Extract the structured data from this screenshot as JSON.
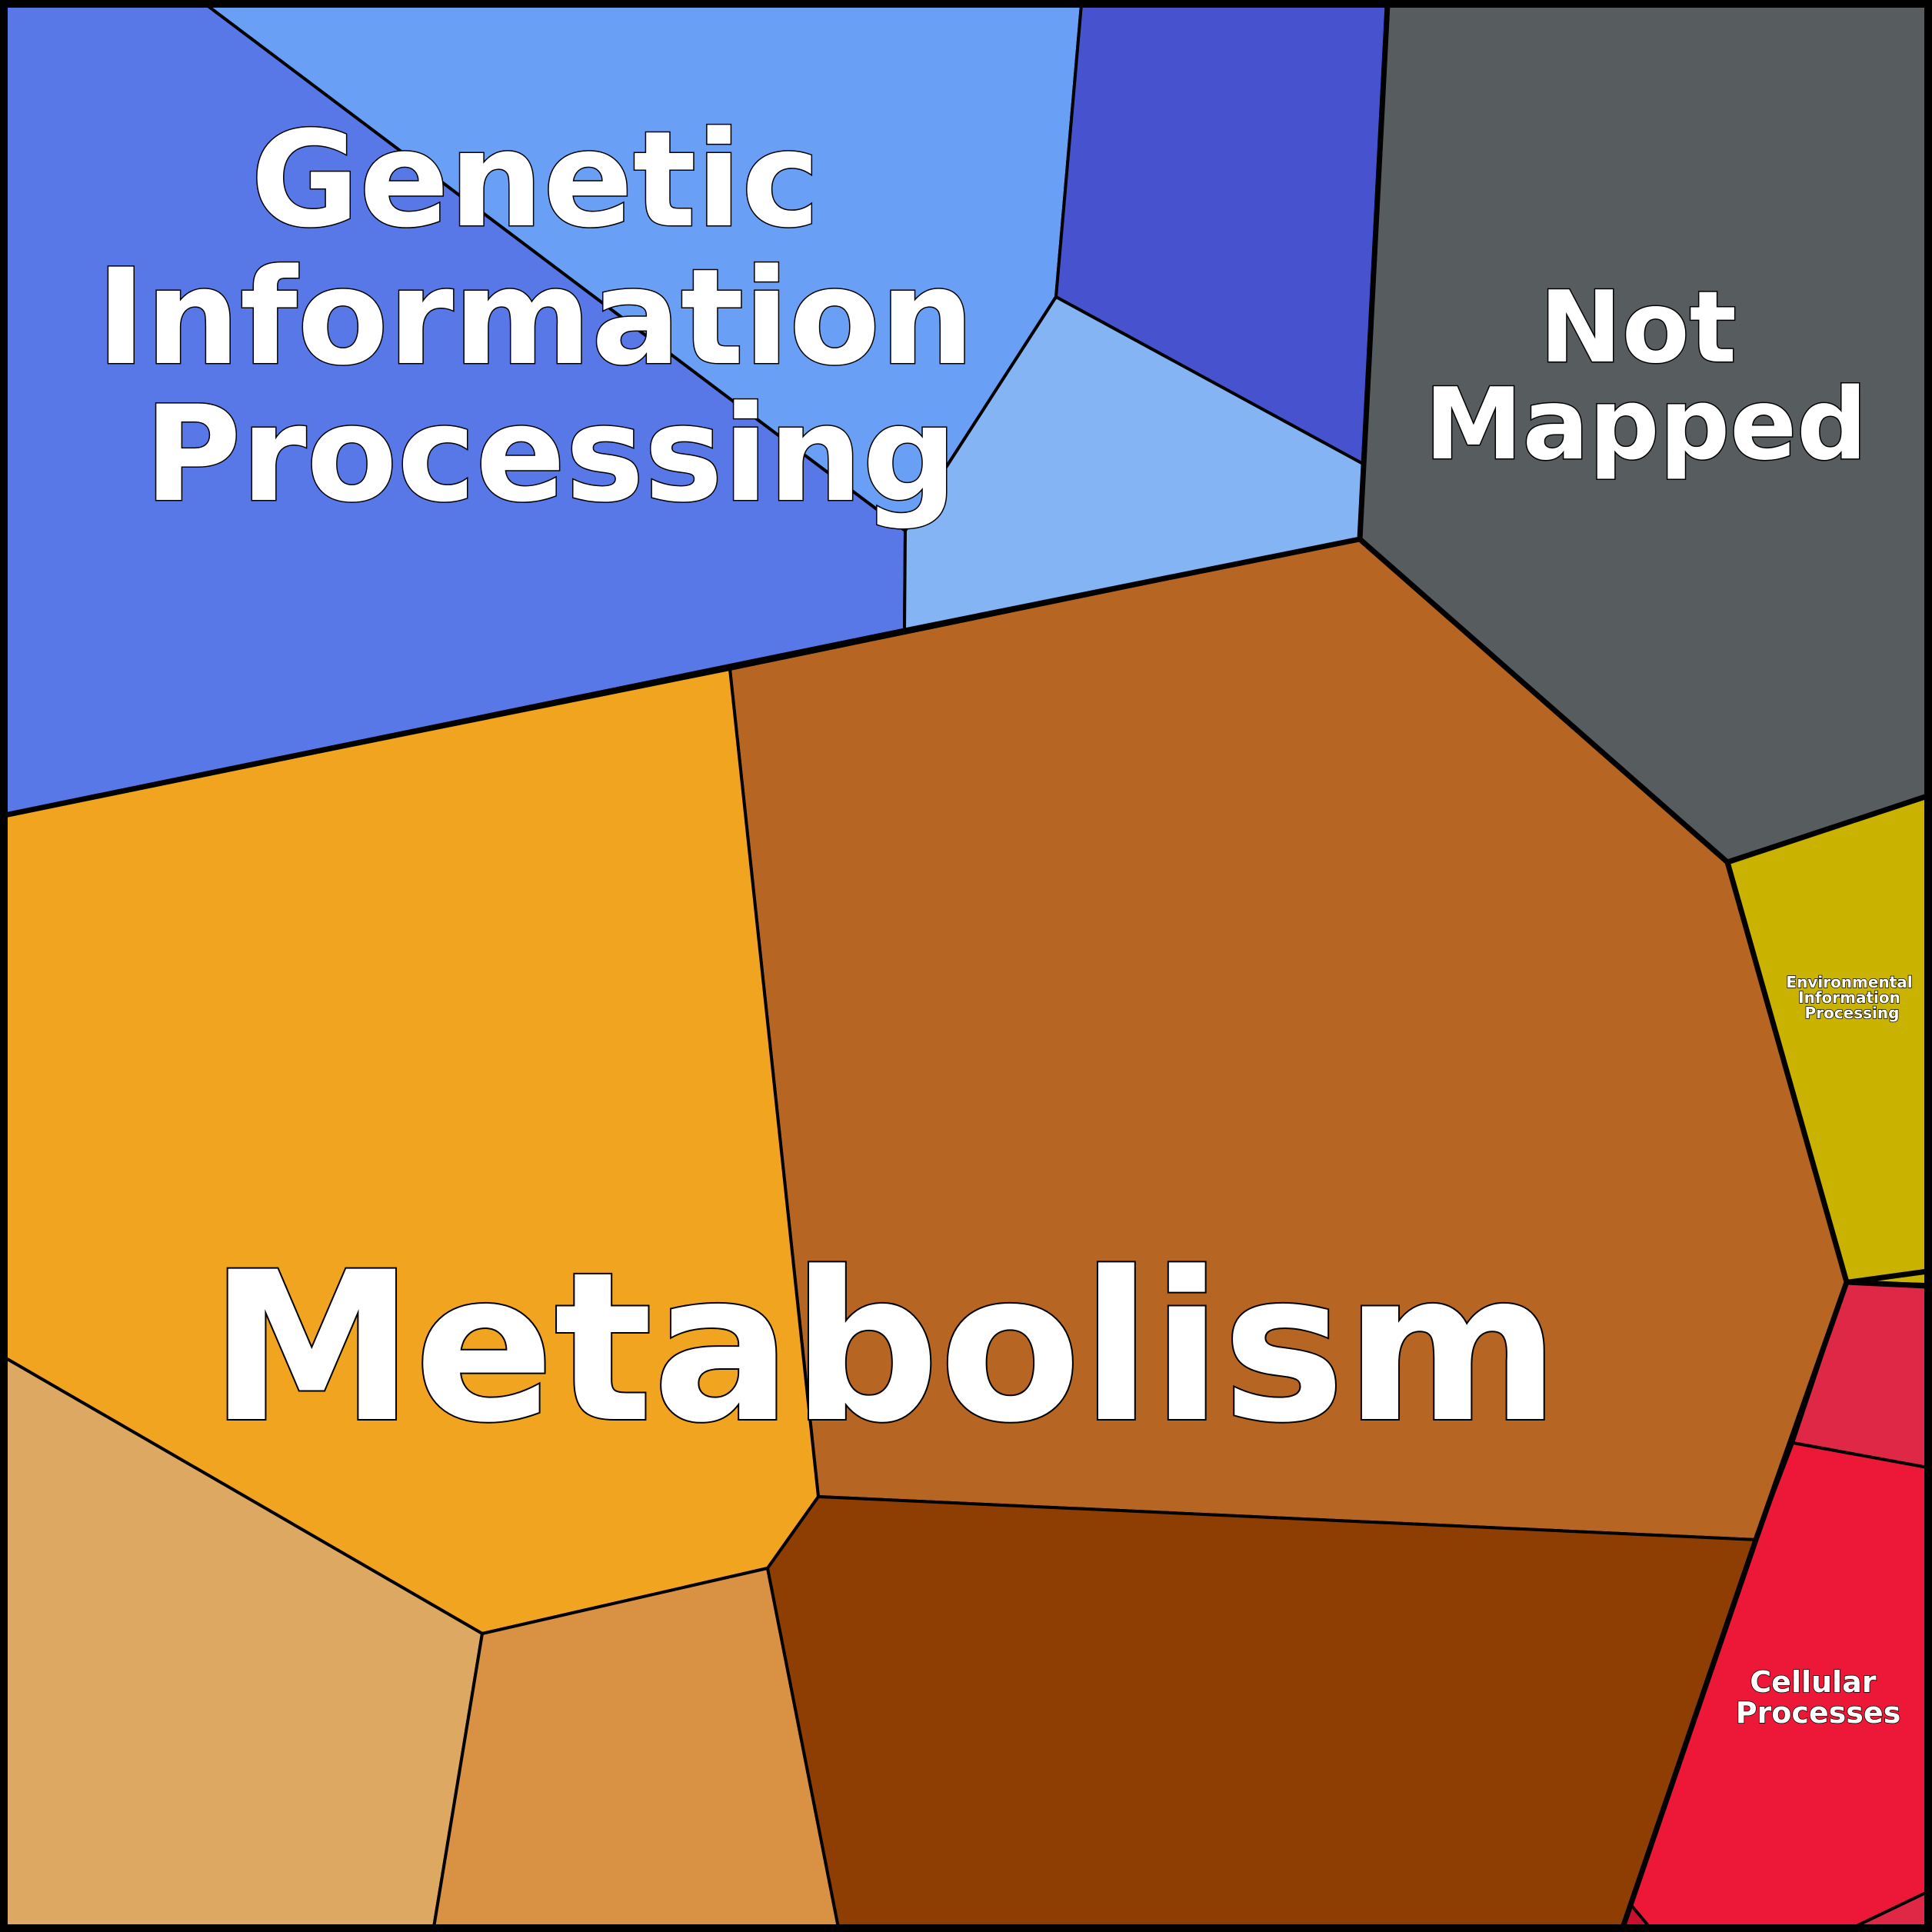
{
  "diagram": {
    "type": "voronoi-treemap",
    "categories": [
      {
        "id": "genetic",
        "label_lines": [
          "Genetic",
          "Information",
          "Processing"
        ],
        "colors": [
          "#5778e6",
          "#69a0f5",
          "#4752cf",
          "#84b4f4"
        ]
      },
      {
        "id": "not-mapped",
        "label_lines": [
          "Not",
          "Mapped"
        ],
        "colors": [
          "#575c5f"
        ]
      },
      {
        "id": "metabolism",
        "label_lines": [
          "Metabolism"
        ],
        "colors": [
          "#b76522",
          "#f0a420",
          "#dca862",
          "#d99244",
          "#8f3e03"
        ]
      },
      {
        "id": "environmental",
        "label_lines": [
          "Environmental",
          "Information",
          "Processing"
        ],
        "colors": [
          "#c9b300"
        ]
      },
      {
        "id": "cellular",
        "label_lines": [
          "Cellular",
          "Processes"
        ],
        "colors": [
          "#df2846",
          "#ed1838",
          "#c8102e"
        ]
      }
    ],
    "border_color": "#000000"
  }
}
